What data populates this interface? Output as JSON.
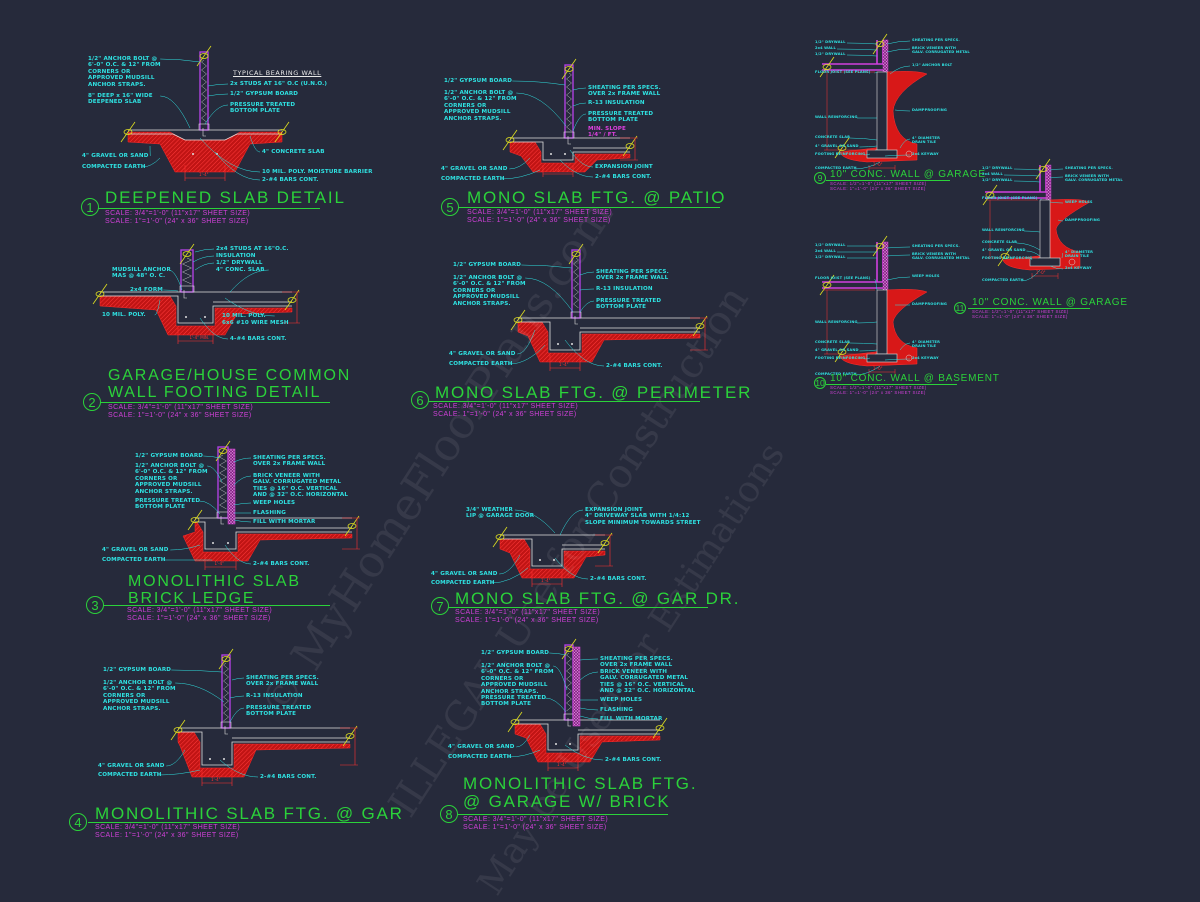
{
  "sheet": {
    "colors": {
      "background": "#262a3b",
      "label": "#2fe3e3",
      "title": "#2bd23a",
      "scale": "#d040d8",
      "earth": "#d81818",
      "wall": "#b040e0",
      "break": "#e0e020",
      "outline": "#e0e0e0"
    }
  },
  "watermark": [
    "© MyHomeFloorPlans.com",
    "ILLEGAL Use for Construction",
    "May be Used for Estimations"
  ],
  "details": [
    {
      "number": "1",
      "title": [
        "DEEPENED SLAB DETAIL"
      ],
      "scale": [
        "SCALE: 3/4\"=1'-0\" (11\"x17\" SHEET SIZE)",
        "SCALE: 1\"=1'-0\" (24\" x 36\" SHEET SIZE)"
      ],
      "dim": "1'-4\"",
      "labels": [
        "1/2\" ANCHOR BOLT @\n6'-0\" O.C. & 12\" FROM\nCORNERS OR\nAPPROVED MUDSILL\nANCHOR STRAPS.",
        "8\" DEEP x 16\" WIDE\nDEEPENED SLAB",
        "4\" GRAVEL OR SAND",
        "COMPACTED EARTH",
        "TYPICAL BEARING WALL",
        "2x STUDS AT 16\" O.C (U.N.O.)",
        "1/2\" GYPSUM BOARD",
        "PRESSURE TREATED\nBOTTOM PLATE",
        "4\" CONCRETE SLAB",
        "10 MIL. POLY. MOISTURE BARRIER",
        "2-#4 BARS CONT."
      ]
    },
    {
      "number": "2",
      "title": [
        "GARAGE/HOUSE COMMON",
        "WALL FOOTING DETAIL"
      ],
      "scale": [
        "SCALE: 3/4\"=1'-0\" (11\"x17\" SHEET SIZE)",
        "SCALE: 1\"=1'-0\" (24\" x 36\" SHEET SIZE)"
      ],
      "dim": "1'-4\" MIN.",
      "labels": [
        "2x4 STUDS AT 16\"O.C.",
        "INSULATION",
        "1/2\" DRYWALL",
        "4\" CONC. SLAB",
        "MUDSILL ANCHOR\nMAS @ 48\" O. C.",
        "2x4 FORM",
        "10 MIL. POLY.",
        "10 MIL. POLY.",
        "6x6 #10 WIRE MESH",
        "4-#4 BARS CONT."
      ]
    },
    {
      "number": "3",
      "title": [
        "MONOLITHIC SLAB",
        "BRICK LEDGE"
      ],
      "scale": [
        "SCALE: 3/4\"=1'-0\" (11\"x17\" SHEET SIZE)",
        "SCALE: 1\"=1'-0\" (24\" x 36\" SHEET SIZE)"
      ],
      "dim": "1'-4\"",
      "labels": [
        "1/2\" GYPSUM BOARD",
        "1/2\" ANCHOR BOLT @\n6'-0\" O.C. & 12\" FROM\nCORNERS OR\nAPPROVED MUDSILL\nANCHOR STRAPS.",
        "PRESSURE TREATED\nBOTTOM PLATE",
        "4\" GRAVEL OR SAND",
        "COMPACTED EARTH",
        "SHEATING PER SPECS.\nOVER 2x FRAME WALL",
        "BRICK VENEER WITH\nGALV. CORRUGATED METAL\nTIES @ 16\" O.C. VERTICAL\nAND @ 32\" O.C. HORIZONTAL",
        "WEEP HOLES",
        "FLASHING",
        "FILL WITH MORTAR",
        "2-#4 BARS CONT."
      ]
    },
    {
      "number": "4",
      "title": [
        "MONOLITHIC SLAB FTG. @ GAR"
      ],
      "scale": [
        "SCALE: 3/4\"=1'-0\" (11\"x17\" SHEET SIZE)",
        "SCALE: 1\"=1'-0\" (24\" x 36\" SHEET SIZE)"
      ],
      "dim": "1'-4\"",
      "labels": [
        "1/2\" GYPSUM BOARD",
        "1/2\" ANCHOR BOLT @\n6'-0\" O.C. & 12\" FROM\nCORNERS OR\nAPPROVED MUDSILL\nANCHOR STRAPS.",
        "4\" GRAVEL OR SAND",
        "COMPACTED EARTH",
        "SHEATING PER SPECS.\nOVER 2x FRAME WALL",
        "R-13 INSULATION",
        "PRESSURE TREATED\nBOTTOM PLATE",
        "2-#4 BARS CONT."
      ]
    },
    {
      "number": "5",
      "title": [
        "MONO SLAB FTG. @ PATIO"
      ],
      "scale": [
        "SCALE: 3/4\"=1'-0\" (11\"x17\" SHEET SIZE)",
        "SCALE: 1\"=1'-0\" (24\" x 36\" SHEET SIZE)"
      ],
      "dim": "1'-4\"",
      "labels": [
        "1/2\" GYPSUM BOARD",
        "1/2\" ANCHOR BOLT @\n6'-0\" O.C. & 12\" FROM\nCORNERS OR\nAPPROVED MUDSILL\nANCHOR STRAPS.",
        "4\" GRAVEL OR SAND",
        "COMPACTED EARTH",
        "SHEATING PER SPECS.\nOVER 2x FRAME WALL",
        "R-13 INSULATION",
        "PRESSURE TREATED\nBOTTOM PLATE",
        "MIN. SLOPE\n1/4\" / FT.",
        "EXPANSION JOINT",
        "2-#4 BARS CONT."
      ]
    },
    {
      "number": "6",
      "title": [
        "MONO SLAB FTG. @ PERIMETER"
      ],
      "scale": [
        "SCALE: 3/4\"=1'-0\" (11\"x17\" SHEET SIZE)",
        "SCALE: 1\"=1'-0\" (24\" x 36\" SHEET SIZE)"
      ],
      "dim": "1'-4\"",
      "labels": [
        "1/2\" GYPSUM BOARD",
        "1/2\" ANCHOR BOLT @\n6'-0\" O.C. & 12\" FROM\nCORNERS OR\nAPPROVED MUDSILL\nANCHOR STRAPS.",
        "4\" GRAVEL OR SAND",
        "COMPACTED EARTH",
        "SHEATING PER SPECS.\nOVER 2x FRAME WALL",
        "R-13 INSULATION",
        "PRESSURE TREATED\nBOTTOM PLATE",
        "2-#4 BARS CONT."
      ]
    },
    {
      "number": "7",
      "title": [
        "MONO SLAB FTG. @ GAR DR."
      ],
      "scale": [
        "SCALE: 3/4\"=1'-0\" (11\"x17\" SHEET SIZE)",
        "SCALE: 1\"=1'-0\" (24\" x 36\" SHEET SIZE)"
      ],
      "dim": "1'-4\"",
      "labels": [
        "3/4\" WEATHER\nLIP @ GARAGE DOOR",
        "EXPANSION JOINT\n4\" DRIVEWAY SLAB WITH 1/4:12\nSLOPE MINIMUM TOWARDS STREET",
        "4\" GRAVEL OR SAND",
        "COMPACTED EARTH",
        "2-#4 BARS CONT."
      ]
    },
    {
      "number": "8",
      "title": [
        "MONOLITHIC SLAB FTG.",
        "@ GARAGE W/ BRICK"
      ],
      "scale": [
        "SCALE: 3/4\"=1'-0\" (11\"x17\" SHEET SIZE)",
        "SCALE: 1\"=1'-0\" (24\" x 36\" SHEET SIZE)"
      ],
      "dim": "1'-4\"",
      "labels": [
        "1/2\" GYPSUM BOARD",
        "1/2\" ANCHOR BOLT @\n6'-0\" O.C. & 12\" FROM\nCORNERS OR\nAPPROVED MUDSILL\nANCHOR STRAPS.",
        "PRESSURE TREATED\nBOTTOM PLATE",
        "4\" GRAVEL OR SAND",
        "COMPACTED EARTH",
        "SHEATING PER SPECS.\nOVER 2x FRAME WALL",
        "BRICK VENEER WITH\nGALV. CORRUGATED METAL\nTIES @ 16\" O.C. VERTICAL\nAND @ 32\" O.C. HORIZONTAL",
        "WEEP HOLES",
        "FLASHING",
        "FILL WITH MORTAR",
        "2-#4 BARS CONT."
      ]
    },
    {
      "number": "9",
      "title": [
        "10\" CONC. WALL @ GARAGE"
      ],
      "scale": [
        "SCALE: 1/2\"=1'-0\" (11\"x17\" SHEET SIZE)",
        "SCALE: 1\"=1'-0\" (24\" x 36\" SHEET SIZE)"
      ],
      "dim": "2'-0\"",
      "labels": [
        "1/2\" DRYWALL",
        "2x4 WALL",
        "1/2\" DRYWALL",
        "FLOOR JOIST (SEE PLANS)",
        "WALL REINFORCING",
        "CONCRETE SLAB",
        "4\" GRAVEL OR SAND",
        "FOOTING REINFORCING",
        "COMPACTED EARTH",
        "SHEATING PER SPECS.",
        "BRICK VENEER WITH\nGALV. CORRUGATED METAL",
        "1/2\" ANCHOR BOLT",
        "DAMPPROOFING",
        "4\" DIAMETER\nDRAIN TILE",
        "2x4 KEYWAY"
      ]
    },
    {
      "number": "10",
      "title": [
        "10\" CONC. WALL @ BASEMENT"
      ],
      "scale": [
        "SCALE: 1/2\"=1'-0\" (11\"x17\" SHEET SIZE)",
        "SCALE: 1\"=1'-0\" (24\" x 36\" SHEET SIZE)"
      ],
      "dim": "2'-0\"",
      "labels": [
        "1/2\" DRYWALL",
        "2x4 WALL",
        "1/2\" DRYWALL",
        "FLOOR JOIST (SEE PLANS)",
        "WALL REINFORCING",
        "CONCRETE SLAB",
        "4\" GRAVEL OR SAND",
        "FOOTING REINFORCING",
        "COMPACTED EARTH",
        "SHEATING PER SPECS.",
        "BRICK VENEER WITH\nGALV. CORRUGATED METAL",
        "WEEP HOLES",
        "DAMPPROOFING",
        "4\" DIAMETER\nDRAIN TILE",
        "2x4 KEYWAY"
      ]
    },
    {
      "number": "11",
      "title": [
        "10\" CONC. WALL @ GARAGE"
      ],
      "scale": [
        "SCALE: 1/2\"=1'-0\" (11\"x17\" SHEET SIZE)",
        "SCALE: 1\"=1'-0\" (24\" x 36\" SHEET SIZE)"
      ],
      "dim": "2'-0\"",
      "labels": [
        "1/2\" DRYWALL",
        "2x4 WALL",
        "1/2\" DRYWALL",
        "FLOOR JOIST (SEE PLANS)",
        "WALL REINFORCING",
        "CONCRETE SLAB",
        "4\" GRAVEL OR SAND",
        "FOOTING REINFORCING",
        "COMPACTED EARTH",
        "SHEATING PER SPECS.",
        "BRICK VENEER WITH\nGALV. CORRUGATED METAL",
        "WEEP HOLES",
        "DAMPPROOFING",
        "4\" DIAMETER\nDRAIN TILE",
        "2x4 KEYWAY"
      ]
    }
  ]
}
